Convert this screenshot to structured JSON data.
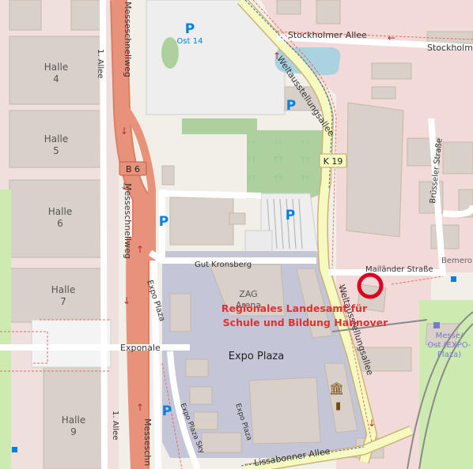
{
  "map": {
    "halls": [
      "Halle\n4",
      "Halle\n5",
      "Halle\n6",
      "Halle\n7",
      "Halle\n9"
    ],
    "streets": {
      "messeschnellweg": "Messeschnellweg",
      "messeschnellweg_short": "Messeschn",
      "erste_allee": "1. Allee",
      "stockholmer": "Stockholmer Allee",
      "stockholm_short": "Stockholm",
      "weltausstellungsallee": "Weltausstellungsallee",
      "bruesseler": "Brüsseler Straße",
      "gut_kronsberg": "Gut Kronsberg",
      "mailaender": "Mailänder Straße",
      "expo_plaza_street": "Expo Plaza",
      "exponale": "Exponale",
      "expo_plaza_sky": "Expo Plaza Sky",
      "lissabonner": "Lissabonner Allee",
      "bemero": "Bemero"
    },
    "badges": {
      "b6": "B 6",
      "k19": "K 19"
    },
    "parking": {
      "symbol": "P",
      "ost14": "Ost 14"
    },
    "places": {
      "zag_arena": "ZAG\nArena",
      "expo_plaza": "Expo Plaza",
      "station": "Messe/\nOst (EXPO-\nPlaza)"
    },
    "poi": {
      "name_line1": "Regionales Landesamt für",
      "name_line2": "Schule und Bildung Hannover"
    },
    "colors": {
      "land": "#f2efe9",
      "residential": "#f2dad9",
      "building": "#d9d0c9",
      "motorway": "#e8927c",
      "primary": "#fcd6a4",
      "park": "#add19e",
      "water": "#aad3df",
      "commercial": "#c5c5d8",
      "poi_text": "#e03030",
      "parking_blue": "#0080e0",
      "station_blue": "#7a7ac8"
    }
  }
}
